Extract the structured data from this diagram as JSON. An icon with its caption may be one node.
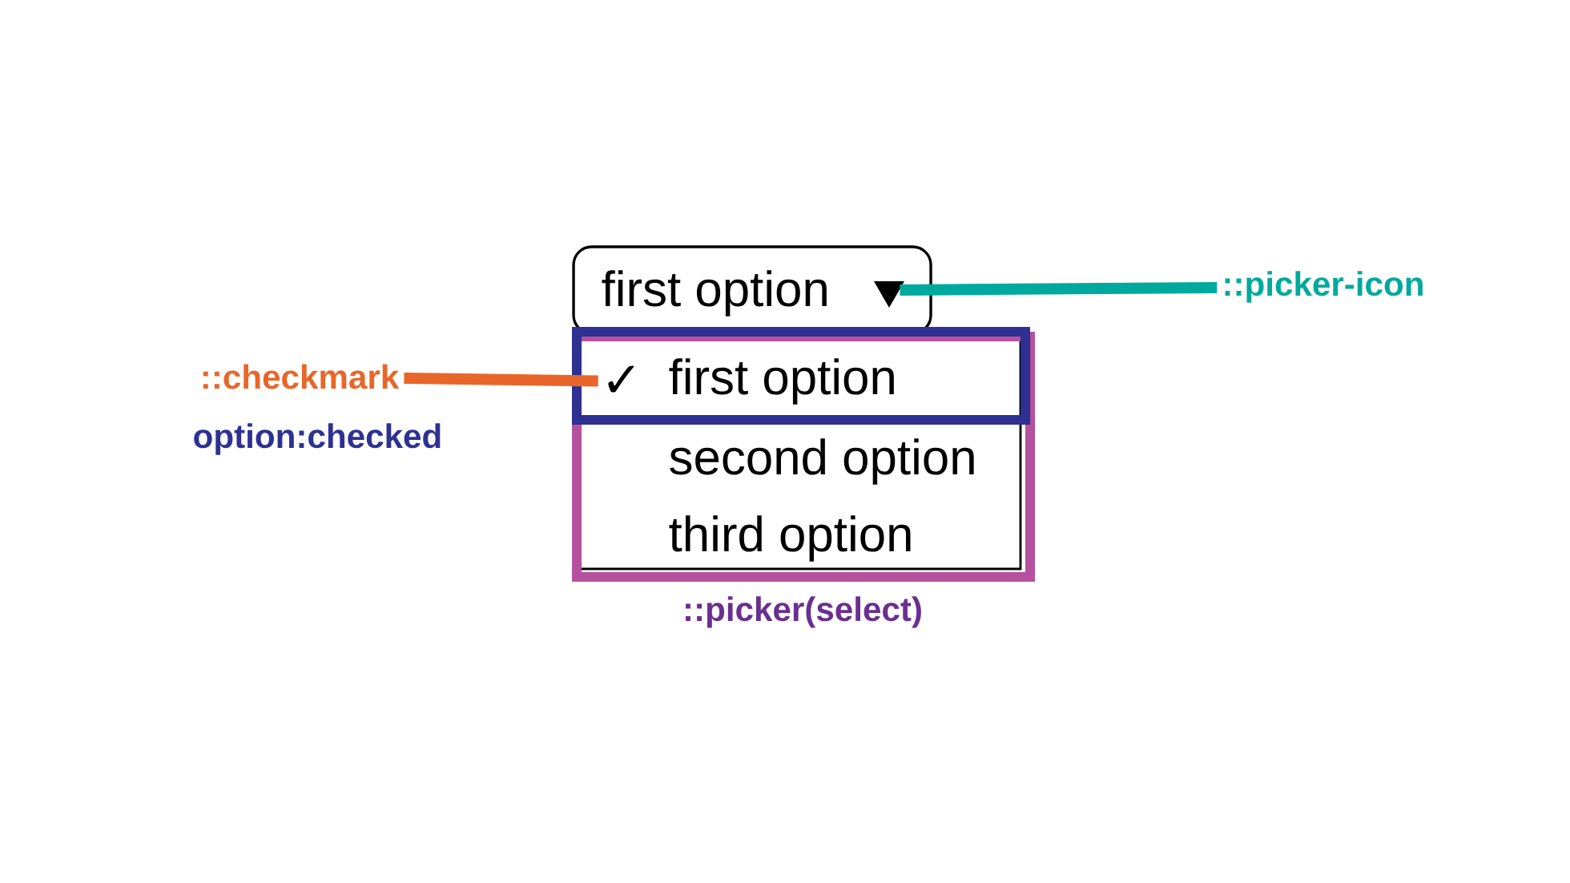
{
  "diagram": {
    "nodes": [
      {
        "text": [
          "first option"
        ]
      },
      {
        "text": [],
        "shape": "triangle",
        "in": 0
      },
      {
        "text": [
          "second option",
          "third option"
        ],
        "beside": [
          "::picker(select)"
        ]
      },
      {
        "text": [
          "first option"
        ],
        "in": 2
      },
      {
        "text": [
          "✓"
        ],
        "in": 3
      },
      {
        "text": [
          "::checkmark"
        ]
      },
      {
        "text": [
          "::picker-icon"
        ]
      }
    ],
    "edges": [
      {
        "from": 5,
        "to": 4,
        "arrow": "none",
        "color": "#e8662a"
      },
      {
        "from": 6,
        "to": 1,
        "arrow": "none",
        "color": "#00a99d"
      }
    ],
    "labels": [
      "option:checked"
    ]
  }
}
